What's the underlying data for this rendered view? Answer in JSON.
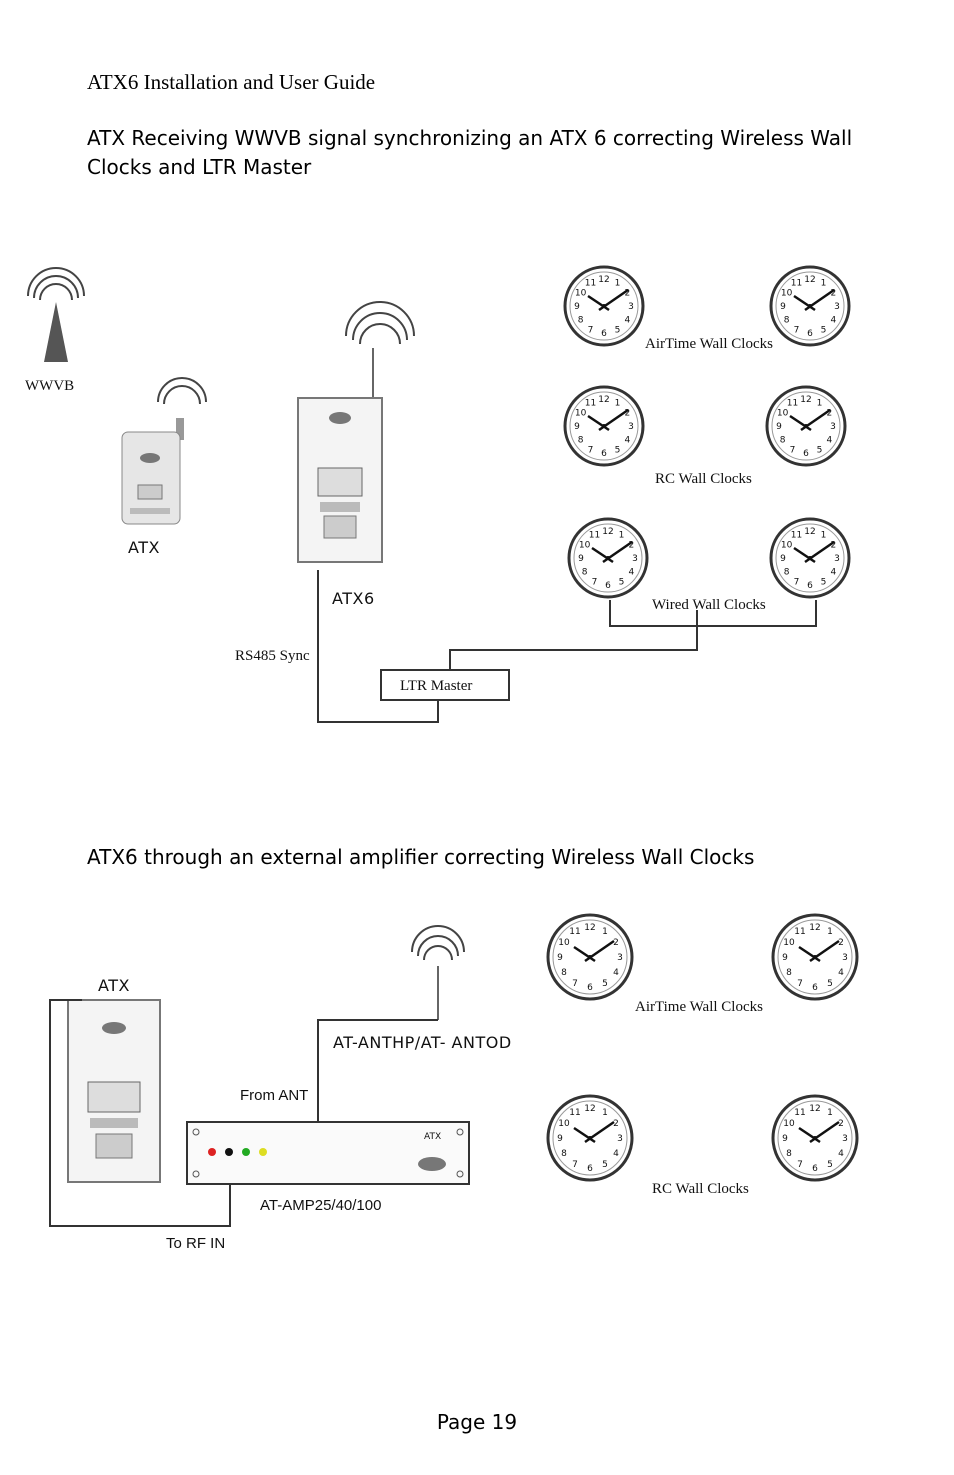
{
  "header": {
    "title": "ATX6 Installation and User Guide"
  },
  "diagram1": {
    "caption": "ATX Receiving WWVB signal synchronizing an ATX 6 correcting Wireless Wall Clocks and LTR Master",
    "labels": {
      "wwvb": "WWVB",
      "atx": "ATX",
      "atx6": "ATX6",
      "rs485": "RS485 Sync",
      "ltr_master": "LTR Master",
      "airtime": "AirTime Wall Clocks",
      "rc": "RC Wall Clocks",
      "wired": "Wired Wall Clocks"
    }
  },
  "diagram2": {
    "caption": "ATX6 through an external amplifier correcting Wireless Wall Clocks",
    "labels": {
      "atx": "ATX",
      "antenna": "AT-ANTHP/AT- ANTOD",
      "from_ant": "From ANT",
      "amp_model": "AT-AMP25/40/100",
      "amp_badge": "ATX",
      "to_rf_in": "To RF IN",
      "airtime": "AirTime Wall Clocks",
      "rc": "RC Wall Clocks"
    }
  },
  "footer": {
    "page": "Page 19"
  }
}
